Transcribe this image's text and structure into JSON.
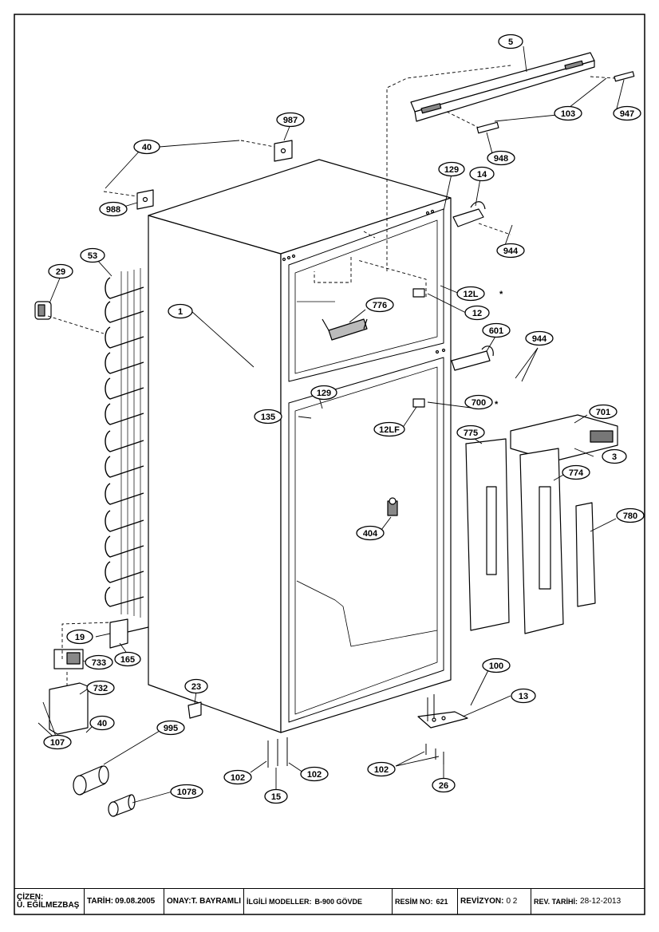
{
  "callouts": [
    {
      "id": "c1",
      "label": "1"
    },
    {
      "id": "c3",
      "label": "3"
    },
    {
      "id": "c5",
      "label": "5"
    },
    {
      "id": "c12",
      "label": "12"
    },
    {
      "id": "c12L",
      "label": "12L"
    },
    {
      "id": "c12LF",
      "label": "12LF"
    },
    {
      "id": "c13",
      "label": "13"
    },
    {
      "id": "c14",
      "label": "14"
    },
    {
      "id": "c15",
      "label": "15"
    },
    {
      "id": "c19",
      "label": "19"
    },
    {
      "id": "c23",
      "label": "23"
    },
    {
      "id": "c26",
      "label": "26"
    },
    {
      "id": "c29",
      "label": "29"
    },
    {
      "id": "c40a",
      "label": "40"
    },
    {
      "id": "c40b",
      "label": "40"
    },
    {
      "id": "c53",
      "label": "53"
    },
    {
      "id": "c100",
      "label": "100"
    },
    {
      "id": "c102a",
      "label": "102"
    },
    {
      "id": "c102b",
      "label": "102"
    },
    {
      "id": "c102c",
      "label": "102"
    },
    {
      "id": "c103",
      "label": "103"
    },
    {
      "id": "c107",
      "label": "107"
    },
    {
      "id": "c129a",
      "label": "129"
    },
    {
      "id": "c129b",
      "label": "129"
    },
    {
      "id": "c135",
      "label": "135"
    },
    {
      "id": "c165",
      "label": "165"
    },
    {
      "id": "c404",
      "label": "404"
    },
    {
      "id": "c601",
      "label": "601"
    },
    {
      "id": "c700",
      "label": "700"
    },
    {
      "id": "c701",
      "label": "701"
    },
    {
      "id": "c732",
      "label": "732"
    },
    {
      "id": "c733",
      "label": "733"
    },
    {
      "id": "c774",
      "label": "774"
    },
    {
      "id": "c775",
      "label": "775"
    },
    {
      "id": "c776",
      "label": "776"
    },
    {
      "id": "c780",
      "label": "780"
    },
    {
      "id": "c944a",
      "label": "944"
    },
    {
      "id": "c944b",
      "label": "944"
    },
    {
      "id": "c947",
      "label": "947"
    },
    {
      "id": "c948",
      "label": "948"
    },
    {
      "id": "c987",
      "label": "987"
    },
    {
      "id": "c988",
      "label": "988"
    },
    {
      "id": "c995",
      "label": "995"
    },
    {
      "id": "c1078",
      "label": "1078"
    }
  ],
  "asterisk": "*",
  "title_block": {
    "drawn_label": "ÇİZEN:",
    "drawn_name": "Ü. EĞİLMEZBAŞ",
    "date_label": "TARİH:",
    "date_value": "09.08.2005",
    "approval_label": "ONAY:",
    "approval_value": "T. BAYRAMLI",
    "models_label": "İLGİLİ MODELLER:",
    "models_value": "B-900 GÖVDE",
    "drawing_no_label": "RESİM NO:",
    "drawing_no_value": "621",
    "revision_label": "REVİZYON:",
    "revision_value": "0 2",
    "rev_date_label": "REV. TARİHİ:",
    "rev_date_value": "28-12-2013"
  }
}
